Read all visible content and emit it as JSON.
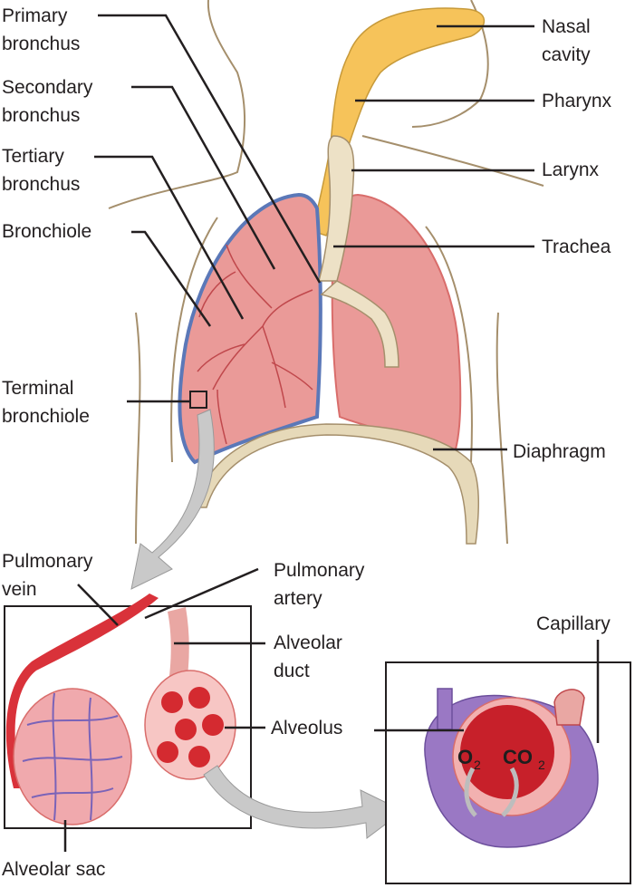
{
  "colors": {
    "body_outline": "#a58f6c",
    "airway": "#f6c35a",
    "trachea": "#ede1c6",
    "lung": "#ea9a98",
    "lung_dark": "#d96d6b",
    "pleura": "#5b78b8",
    "diaphragm": "#e6d9b9",
    "vein": "#d9323a",
    "capillary": "#9a78c4",
    "arrow": "#c9c9c9",
    "leader": "#231f20"
  },
  "labels": {
    "primary_bronchus": "Primary\nbronchus",
    "secondary_bronchus": "Secondary\nbronchus",
    "tertiary_bronchus": "Tertiary\nbronchus",
    "bronchiole": "Bronchiole",
    "terminal_bronchiole": "Terminal\nbronchiole",
    "nasal_cavity": "Nasal\ncavity",
    "pharynx": "Pharynx",
    "larynx": "Larynx",
    "trachea": "Trachea",
    "diaphragm": "Diaphragm",
    "pulmonary_vein": "Pulmonary\nvein",
    "pulmonary_artery": "Pulmonary\nartery",
    "alveolar_duct": "Alveolar\nduct",
    "alveolus": "Alveolus",
    "capillary": "Capillary",
    "alveolar_sac": "Alveolar sac"
  },
  "gases": {
    "o2": "O",
    "o2_sub": "2",
    "co2": "CO",
    "co2_sub": "2"
  }
}
